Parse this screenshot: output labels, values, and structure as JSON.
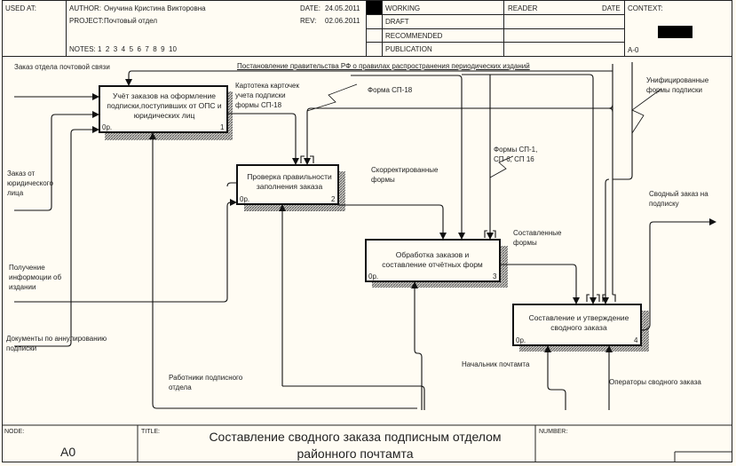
{
  "header": {
    "used_at_label": "USED AT:",
    "author_label": "AUTHOR:",
    "author": "Онучина Кристина Викторовна",
    "project_label": "PROJECT:",
    "project": "Почтовый отдел",
    "notes_label": "NOTES:",
    "notes": "1  2  3  4  5  6  7  8  9  10",
    "date_label": "DATE:",
    "date": "24.05.2011",
    "rev_label": "REV:",
    "rev": "02.06.2011",
    "status": [
      "WORKING",
      "DRAFT",
      "RECOMMENDED",
      "PUBLICATION"
    ],
    "reader_label": "READER",
    "reader_date_label": "DATE",
    "context_label": "CONTEXT:",
    "context_node": "A-0"
  },
  "boxes": [
    {
      "text": "Учёт заказов на оформление подписки,поступивших от ОПС и юридических лиц",
      "cost": "0р.",
      "num": "1"
    },
    {
      "text": "Проверка правильности заполнения заказа",
      "cost": "0р.",
      "num": "2"
    },
    {
      "text": "Обработка заказов и составление отчётных форм",
      "cost": "0р.",
      "num": "3"
    },
    {
      "text": "Составление и утверждение сводного заказа",
      "cost": "0р.",
      "num": "4"
    }
  ],
  "arrows": {
    "zakaz_ops": "Заказ отдела почтовой связи",
    "postanovlenie": "Постановление правительства РФ о правилах распространения периодических изданий",
    "kartoteka": "Картотека карточек учета подписки формы СП-18",
    "forma_sp18": "Форма СП-18",
    "unified": "Унифицированные формы подписки",
    "zakaz_yur": "Заказ от юридического лица",
    "corrected": "Скорректированные формы",
    "forms_sp1": "Формы СП-1, СП-6, СП 16",
    "summary_order": "Сводный заказ на подписку",
    "composed": "Составленные формы",
    "info": "Получение информоции об издании",
    "annul": "Документы по аннулированию подписки",
    "workers": "Работники подписного отдела",
    "chief": "Начальник почтамта",
    "operators": "Операторы сводного заказа"
  },
  "footer": {
    "node_label": "NODE:",
    "node": "A0",
    "title_label": "TITLE:",
    "title": "Составление сводного заказа подписным отделом районного почтамта",
    "number_label": "NUMBER:"
  }
}
